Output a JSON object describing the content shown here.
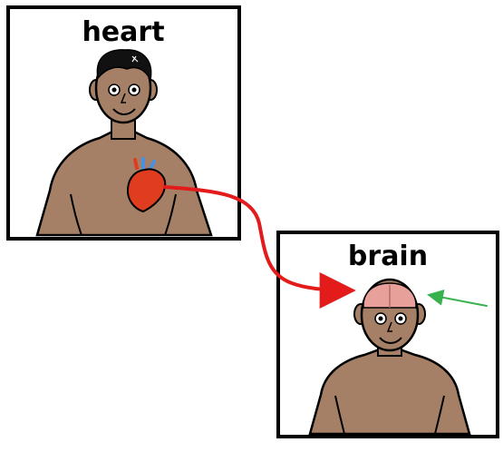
{
  "cards": [
    {
      "label": "heart"
    },
    {
      "label": "brain"
    }
  ],
  "colors": {
    "skin": "#A58067",
    "outline": "#000000",
    "heart": "#E03C1F",
    "vessels": "#4A90E2",
    "brain": "#E8A09B",
    "arrow_main": "#E31B1B",
    "arrow_pointer": "#37B24D"
  },
  "icons": {
    "heart_card": "person-with-heart-icon",
    "brain_card": "person-with-brain-icon",
    "connector": "curved-red-arrow",
    "pointer": "green-arrow"
  }
}
